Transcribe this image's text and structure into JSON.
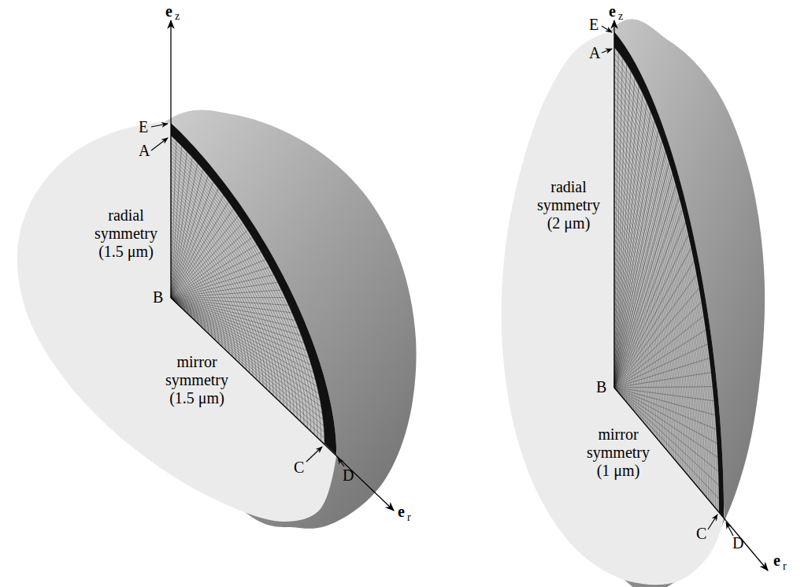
{
  "diagram": {
    "labels": [
      "e",
      "z",
      "E",
      "A",
      "radial symmetry (1.5 μm)",
      "B",
      "mirror symmetry (1.5 μm)",
      "C",
      "D",
      "e",
      "r",
      "e",
      "z",
      "E",
      "A",
      "radial symmetry (2 μm)",
      "B",
      "mirror symmetry (1 μm)",
      "C",
      "D",
      "e",
      "r"
    ]
  }
}
